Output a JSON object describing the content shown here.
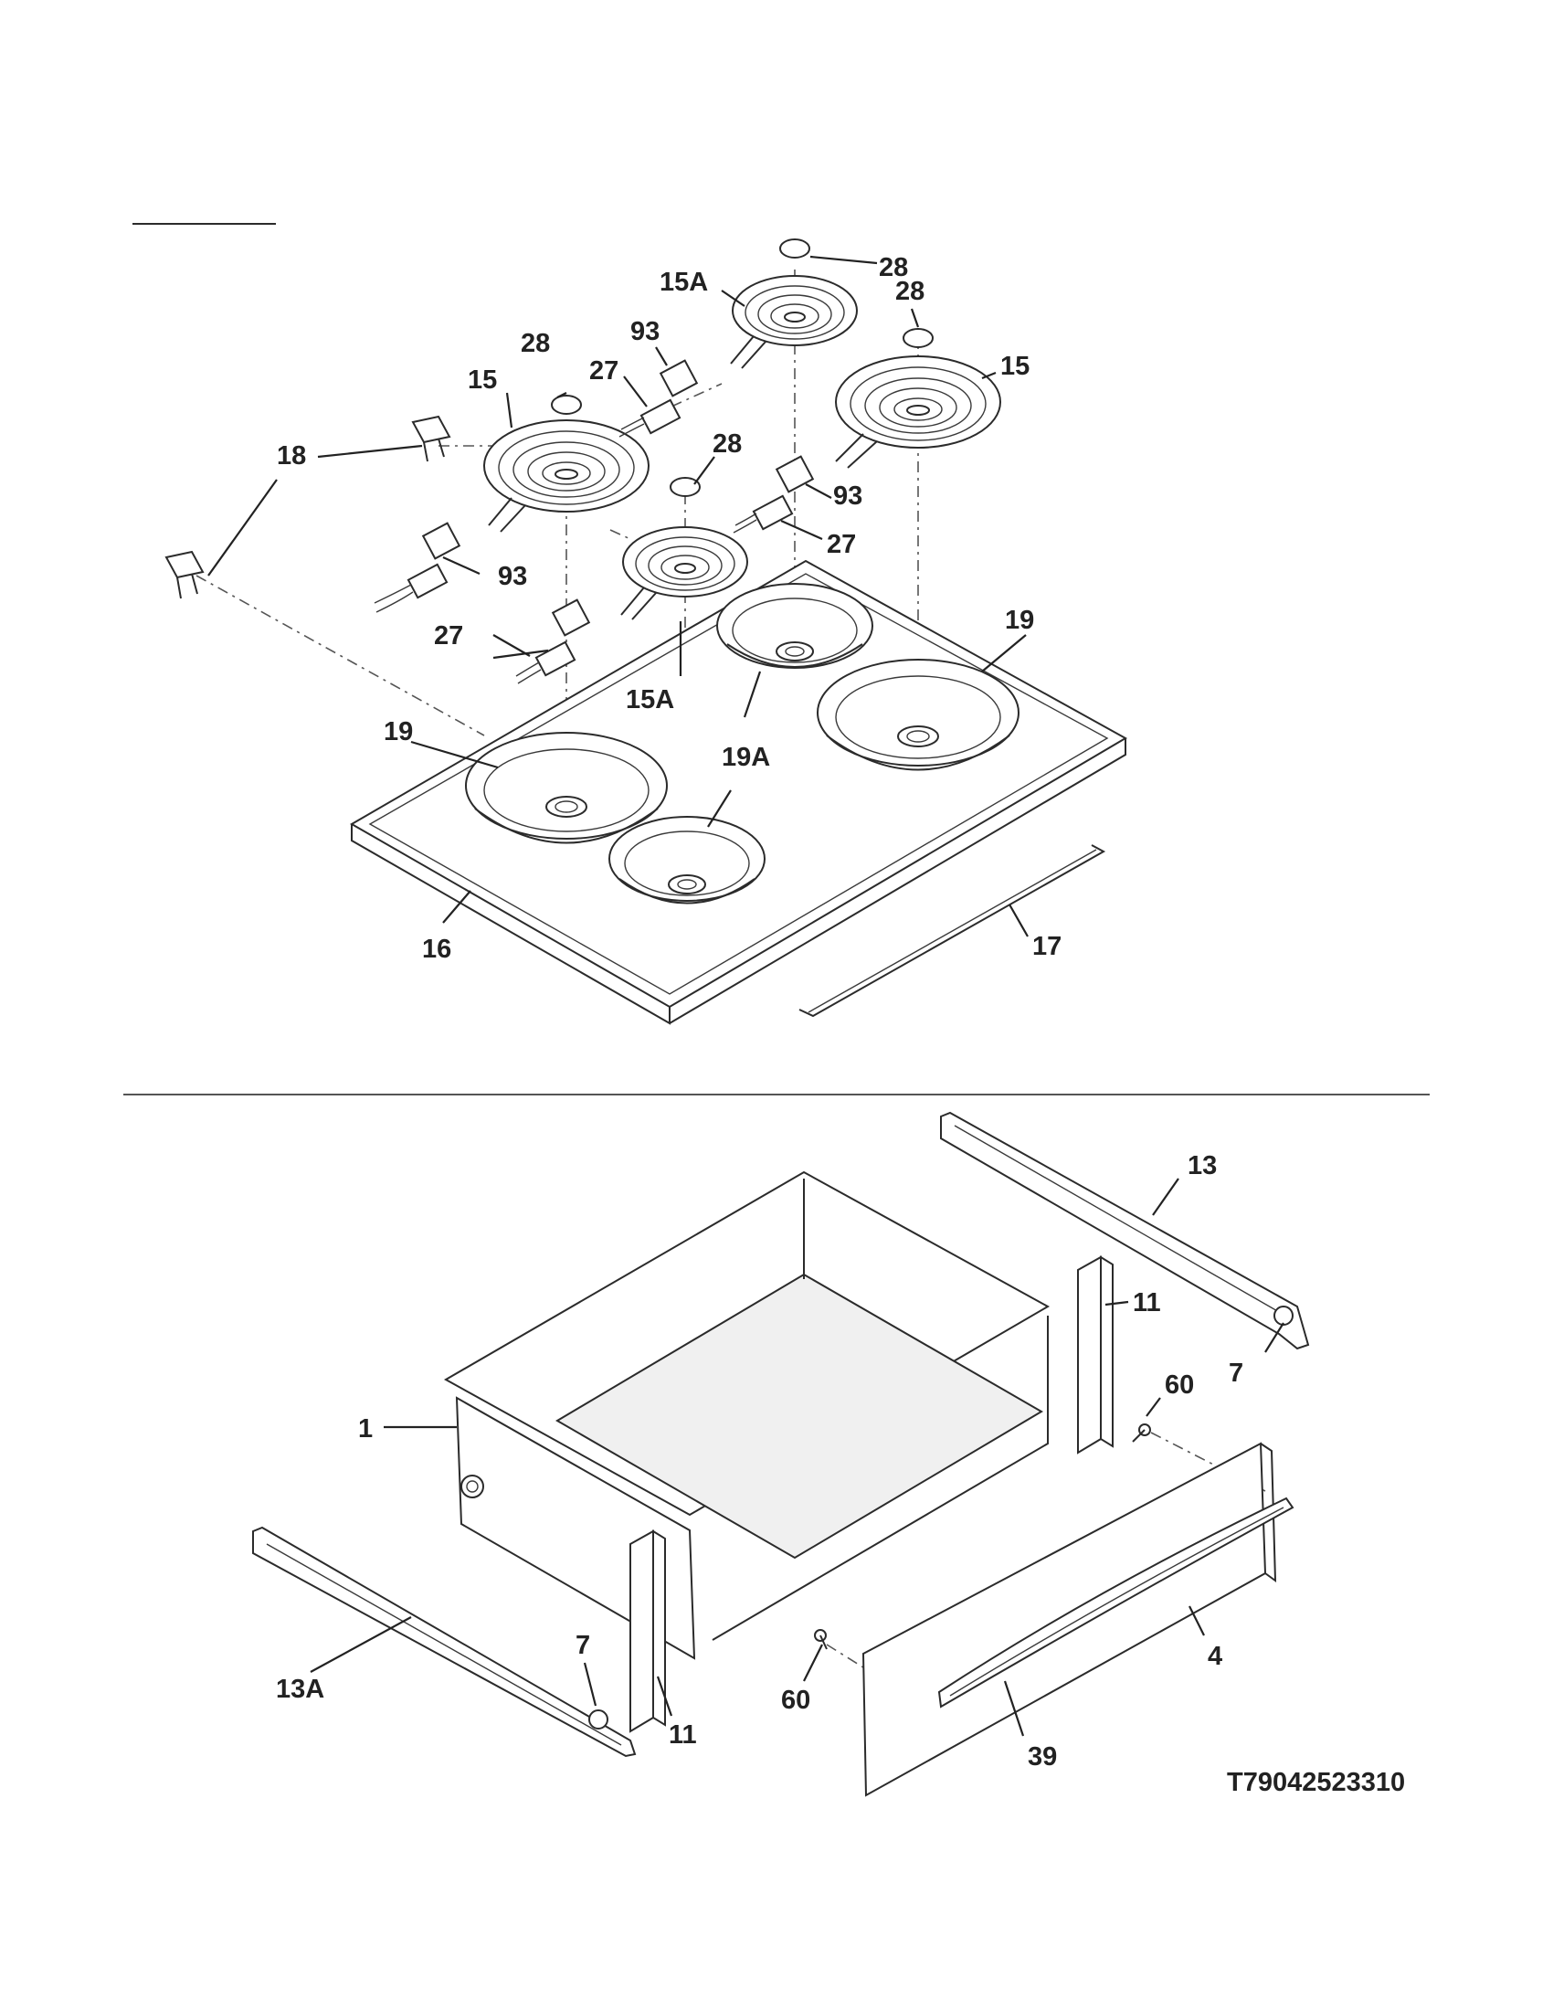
{
  "callouts": {
    "c28a": "28",
    "c15A_top": "15A",
    "c28b": "28",
    "c93a": "93",
    "c28c": "28",
    "c27a": "27",
    "c15a": "15",
    "c15b": "15",
    "c18": "18",
    "c28d": "28",
    "c93b": "93",
    "c27b": "27",
    "c93c": "93",
    "c27c": "27",
    "c19a": "19",
    "c15A_bot": "15A",
    "c19b": "19",
    "c19A": "19A",
    "c16": "16",
    "c17": "17",
    "c13": "13",
    "c11a": "11",
    "c60a": "60",
    "c7a": "7",
    "c1": "1",
    "c4": "4",
    "c13A": "13A",
    "c7b": "7",
    "c60b": "60",
    "c11b": "11",
    "c39": "39"
  },
  "drawing_id": "T79042523310"
}
